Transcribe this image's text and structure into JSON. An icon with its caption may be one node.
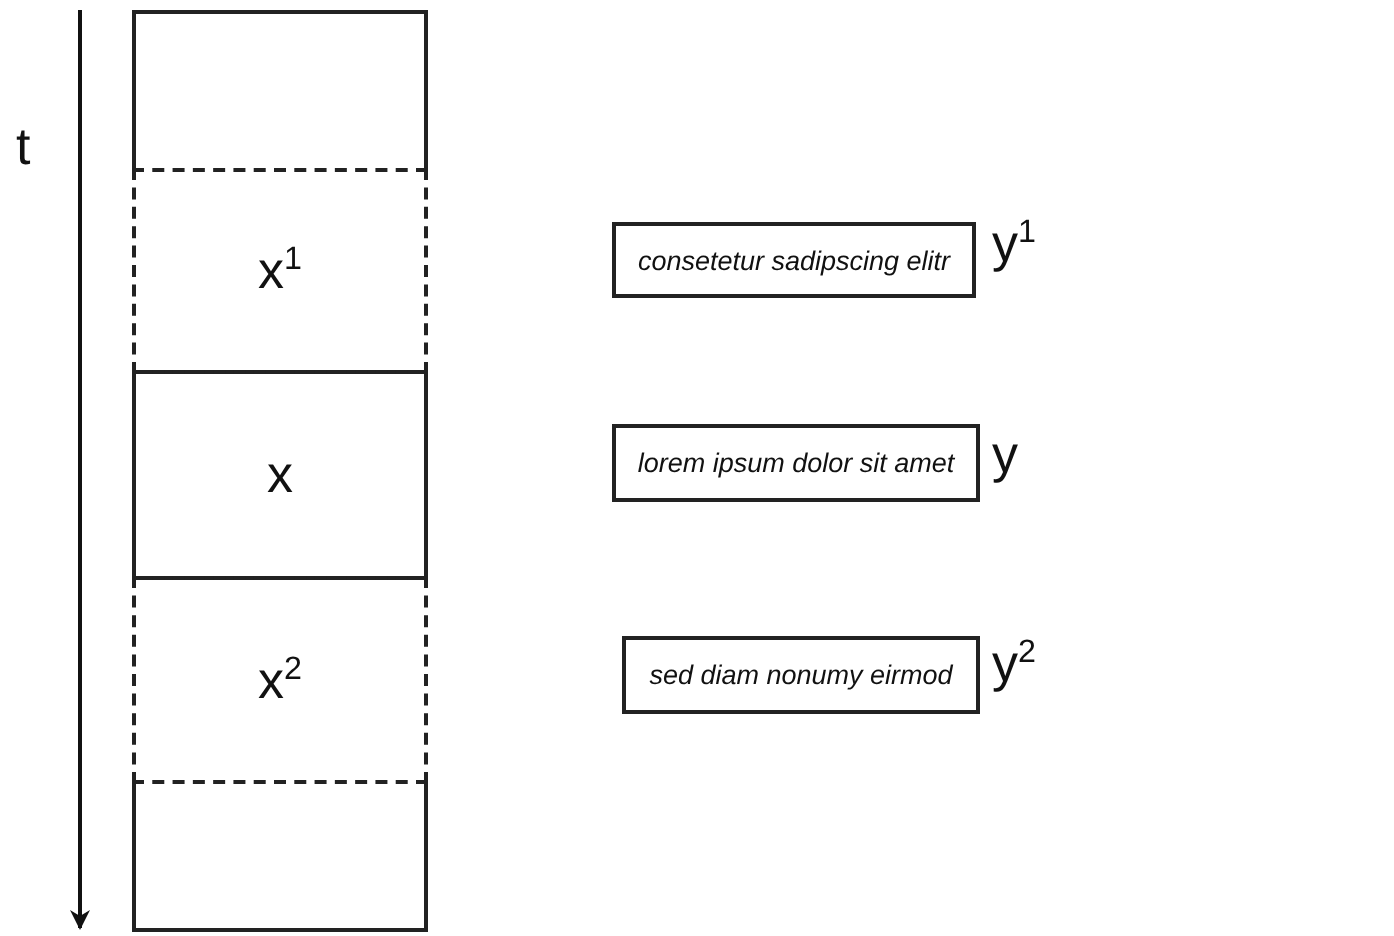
{
  "diagram": {
    "nodes": [
      {
        "text": [],
        "shape": "box"
      },
      {
        "text": [
          "x$^{1}$"
        ]
      },
      {
        "text": [
          "x"
        ]
      },
      {
        "text": [
          "x$^{2}$"
        ]
      },
      {
        "text": [],
        "shape": "box"
      },
      {
        "text": [
          "consetetur sadipscing elitr"
        ],
        "beside": [
          "y$^{1}$"
        ]
      },
      {
        "text": [
          "lorem ipsum dolor sit amet"
        ],
        "beside": [
          "y"
        ]
      },
      {
        "text": [
          "sed diam nonumy eirmod"
        ],
        "beside": [
          "y$^{2}$"
        ]
      }
    ],
    "edges": [],
    "labels": [
      "t"
    ]
  }
}
